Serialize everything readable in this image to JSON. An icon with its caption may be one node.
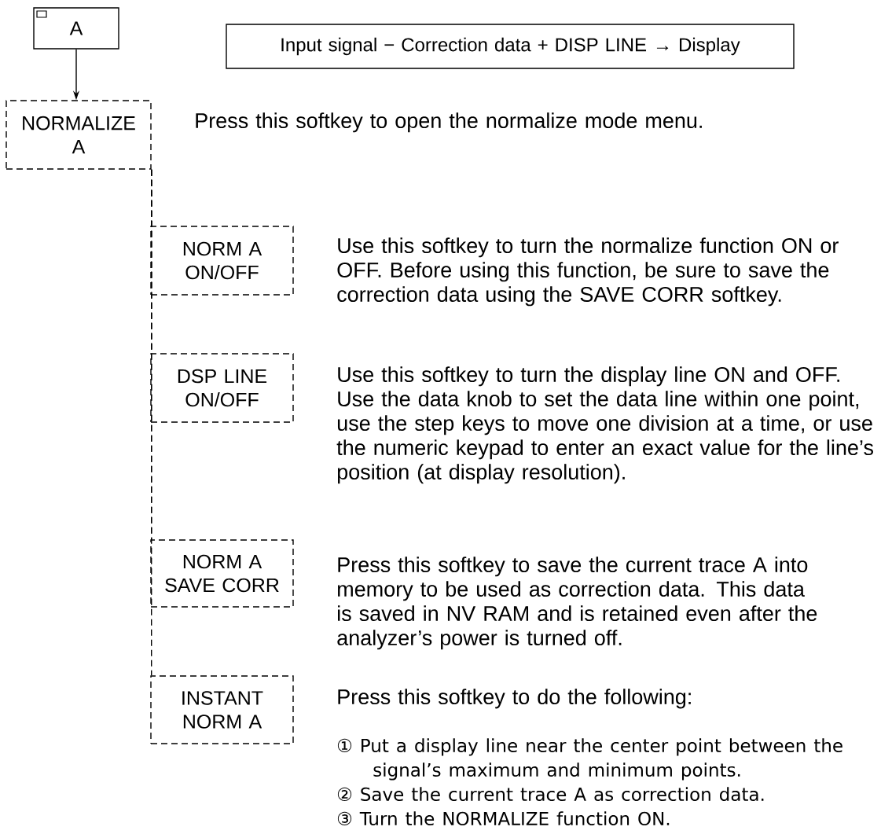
{
  "diagram": {
    "nodes": [
      {
        "text": [
          "A"
        ]
      },
      {
        "text": [
          "Input signal − Correction data + DISP LINE → Display"
        ]
      },
      {
        "text": [
          "NORMALIZE A"
        ],
        "beside": [
          "Press this softkey to open the normalize mode menu."
        ]
      },
      {
        "text": [
          "NORM A ON/OFF"
        ],
        "beside": [
          "Use this softkey to turn the normalize function ON or OFF. Before using this function, be sure to save the correction data using the SAVE CORR softkey."
        ]
      },
      {
        "text": [
          "DSP LINE ON/OFF"
        ],
        "beside": [
          "Use this softkey to turn the display line ON and OFF. Use the data knob to set the data line within one point, use the step keys to move one division at a time, or use the numeric keypad to enter an exact value for the line’s position (at display resolution)."
        ]
      },
      {
        "text": [
          "NORM A SAVE CORR"
        ],
        "beside": [
          "Press this softkey to save the current trace A into memory to be used as correction data. This data is saved in NV RAM and is retained even after the analyzer’s power is turned off."
        ]
      },
      {
        "text": [
          "INSTANT NORM A"
        ],
        "beside": [
          "Press this softkey to do the following:",
          "① Put a display line near the center point between the signal’s maximum and minimum points.",
          "② Save the current trace A as correction data.",
          "③ Turn the NORMALIZE function ON."
        ]
      }
    ],
    "edges": [
      {
        "from": 0,
        "to": 2,
        "arrow": "to"
      },
      {
        "from": 2,
        "to": 3,
        "arrow": "none",
        "style": "dashed"
      },
      {
        "from": 2,
        "to": 4,
        "arrow": "none",
        "style": "dashed"
      },
      {
        "from": 2,
        "to": 5,
        "arrow": "none",
        "style": "dashed"
      },
      {
        "from": 2,
        "to": 6,
        "arrow": "none",
        "style": "dashed"
      }
    ]
  }
}
